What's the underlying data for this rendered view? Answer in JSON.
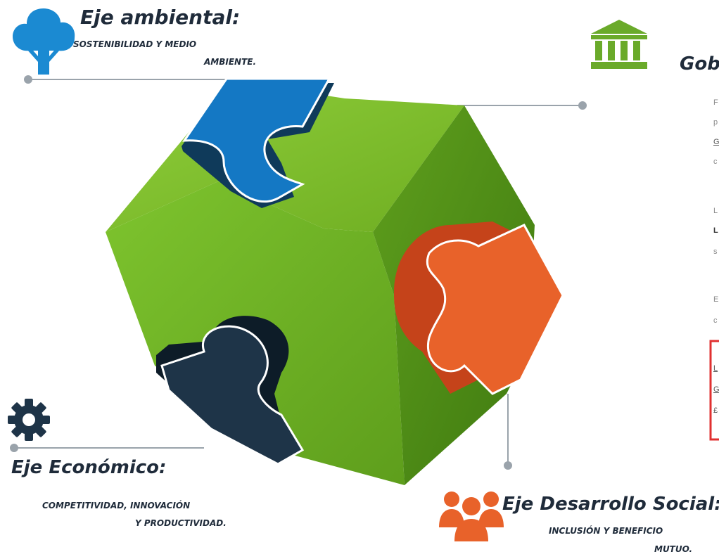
{
  "ambiental": {
    "title": "Eje ambiental:",
    "sub1": "SOSTENIBILIDAD Y MEDIO",
    "sub2": "AMBIENTE."
  },
  "gob": {
    "title": "Gob"
  },
  "economico": {
    "title": "Eje Económico:",
    "sub1": "COMPETITIVIDAD, INNOVACIÓN",
    "sub2": "Y PRODUCTIVIDAD."
  },
  "social": {
    "title": "Eje Desarrollo Social:",
    "sub1": "INCLUSIÓN Y BENEFICIO",
    "sub2": "MUTUO."
  },
  "fragments": [
    "F",
    "p",
    "G",
    "c",
    "L",
    "L",
    "s",
    "E",
    "c",
    "L",
    "G",
    "£"
  ],
  "colors": {
    "green": "#7fbe2c",
    "blue": "#1478c4",
    "orange": "#e8622a",
    "navy": "#1e3448",
    "title": "#1f2b3a"
  },
  "icons": {
    "ambiental": "tree-icon",
    "gob": "government-building-icon",
    "economico": "gear-icon",
    "social": "people-group-icon"
  }
}
